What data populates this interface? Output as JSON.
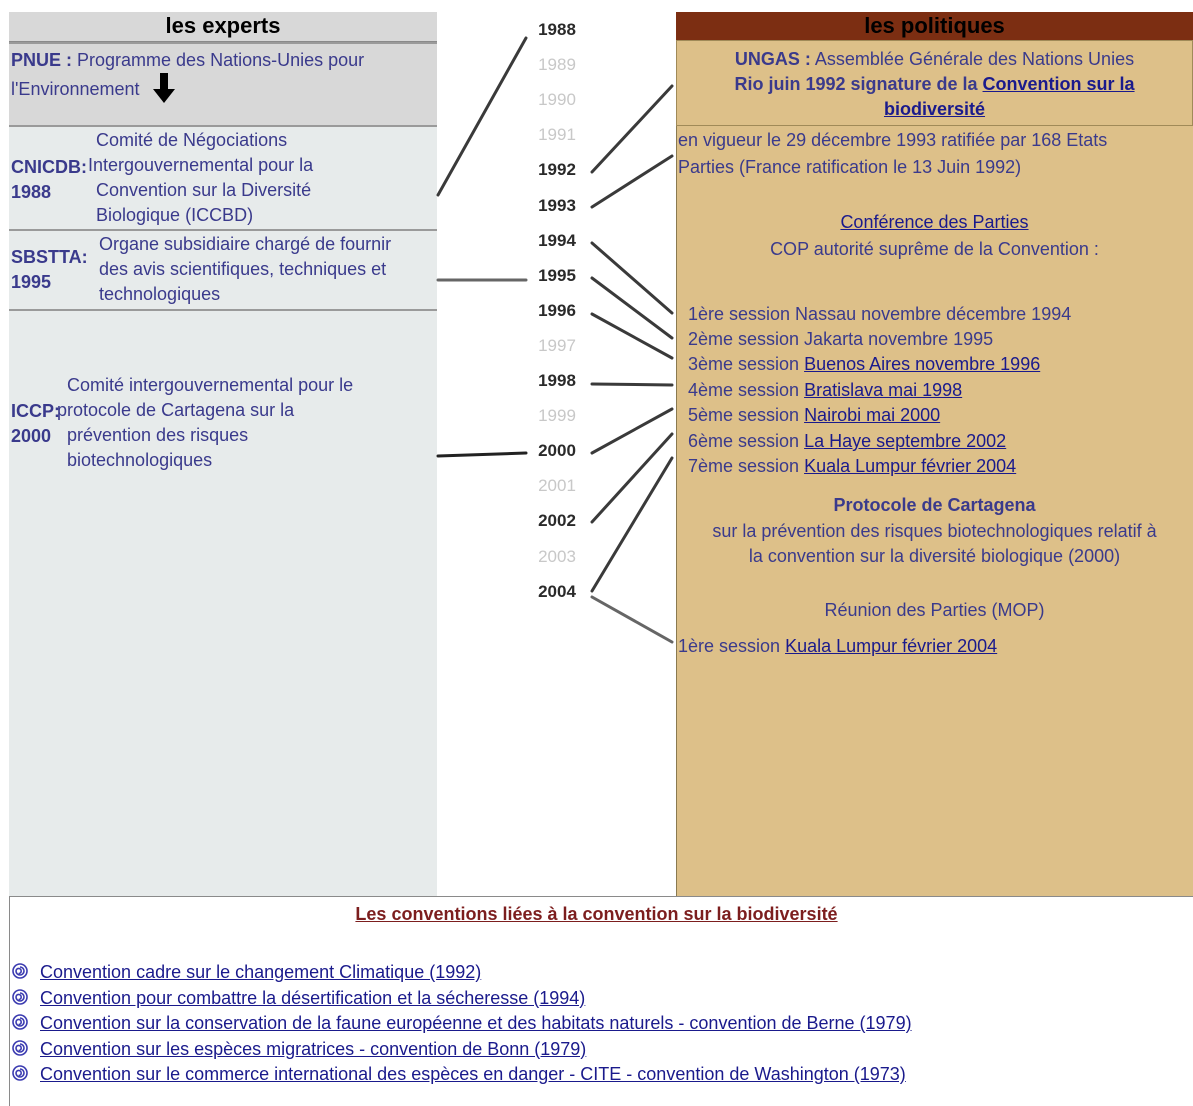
{
  "experts": {
    "header": "les experts",
    "pnue": {
      "acronym": "PNUE :",
      "text1": " Programme des Nations-Unies pour",
      "text2": "l'Environnement"
    },
    "cnicdb": {
      "acronym": "CNICDB:",
      "year": "1988",
      "lines": [
        "Comité de Négociations",
        "Intergouvernemental  pour la",
        "Convention sur la Diversité",
        "Biologique (ICCBD)"
      ]
    },
    "sbstta": {
      "acronym": "SBSTTA:",
      "year": "1995",
      "lines": [
        "Organe subsidiaire chargé de fournir",
        "des avis scientifiques, techniques et",
        "technologiques"
      ]
    },
    "iccp": {
      "acronym": "ICCP:",
      "year": "2000",
      "lines": [
        "Comité intergouvernemental pour le",
        "protocole de Cartagena sur la",
        "prévention des risques",
        "biotechnologiques"
      ]
    }
  },
  "timeline": {
    "years": [
      {
        "label": "1988",
        "active": true
      },
      {
        "label": "1989",
        "active": false
      },
      {
        "label": "1990",
        "active": false
      },
      {
        "label": "1991",
        "active": false
      },
      {
        "label": "1992",
        "active": true
      },
      {
        "label": "1993",
        "active": true
      },
      {
        "label": "1994",
        "active": true
      },
      {
        "label": "1995",
        "active": true
      },
      {
        "label": "1996",
        "active": true
      },
      {
        "label": "1997",
        "active": false
      },
      {
        "label": "1998",
        "active": true
      },
      {
        "label": "1999",
        "active": false
      },
      {
        "label": "2000",
        "active": true
      },
      {
        "label": "2001",
        "active": false
      },
      {
        "label": "2002",
        "active": true
      },
      {
        "label": "2003",
        "active": false
      },
      {
        "label": "2004",
        "active": true
      }
    ]
  },
  "politiques": {
    "header": "les politiques",
    "ungas": {
      "acronym": "UNGAS :",
      "text": " Assemblée Générale des Nations Unies",
      "rio_prefix": "Rio juin 1992 signature de la ",
      "rio_link1": "Convention sur la",
      "rio_link2": "biodiversité"
    },
    "vigueur1": "en vigueur le 29 décembre 1993 ratifiée par 168 Etats",
    "vigueur2": "Parties (France ratification le 13 Juin 1992)",
    "cop_link": "Conférence des Parties",
    "cop_desc": "COP autorité suprême de la Convention :",
    "sessions": [
      {
        "prefix": "1ère session Nassau  novembre décembre 1994",
        "link": ""
      },
      {
        "prefix": "2ème session Jakarta novembre 1995",
        "link": ""
      },
      {
        "prefix": "3ème session ",
        "link": "Buenos Aires novembre 1996"
      },
      {
        "prefix": "4ème session ",
        "link": "Bratislava  mai 1998"
      },
      {
        "prefix": "5ème session ",
        "link": "Nairobi mai 2000"
      },
      {
        "prefix": "6ème session ",
        "link": "La Haye septembre 2002"
      },
      {
        "prefix": "7ème session ",
        "link": "Kuala Lumpur février 2004"
      }
    ],
    "protocole_title": "Protocole de Cartagena",
    "protocole_desc1": "sur la prévention des risques biotechnologiques relatif à",
    "protocole_desc2": "la convention sur la diversité biologique (2000)",
    "mop_title": "Réunion des Parties (MOP)",
    "mop_prefix": "1ère session ",
    "mop_link": "Kuala Lumpur février 2004"
  },
  "bottom": {
    "title": "Les conventions liées à la convention sur la biodiversité",
    "conventions": [
      "Convention cadre sur le changement Climatique (1992)",
      "Convention pour combattre la désertification et la sécheresse (1994)",
      "Convention sur la conservation de la faune européenne et des habitats naturels - convention de Berne (1979)",
      "Convention sur les espèces migratrices - convention de Bonn (1979)",
      "Convention sur le commerce international des espèces en danger - CITE - convention de Washington (1973)"
    ]
  },
  "icons": {
    "arrow": "down-arrow-icon",
    "bullet": "spiral-bullet-icon"
  },
  "colors": {
    "experts_bg": "#e7ebeb",
    "politiques_bg": "#ddc089",
    "politiques_header": "#7c2e12",
    "text": "#3a3a8c"
  }
}
